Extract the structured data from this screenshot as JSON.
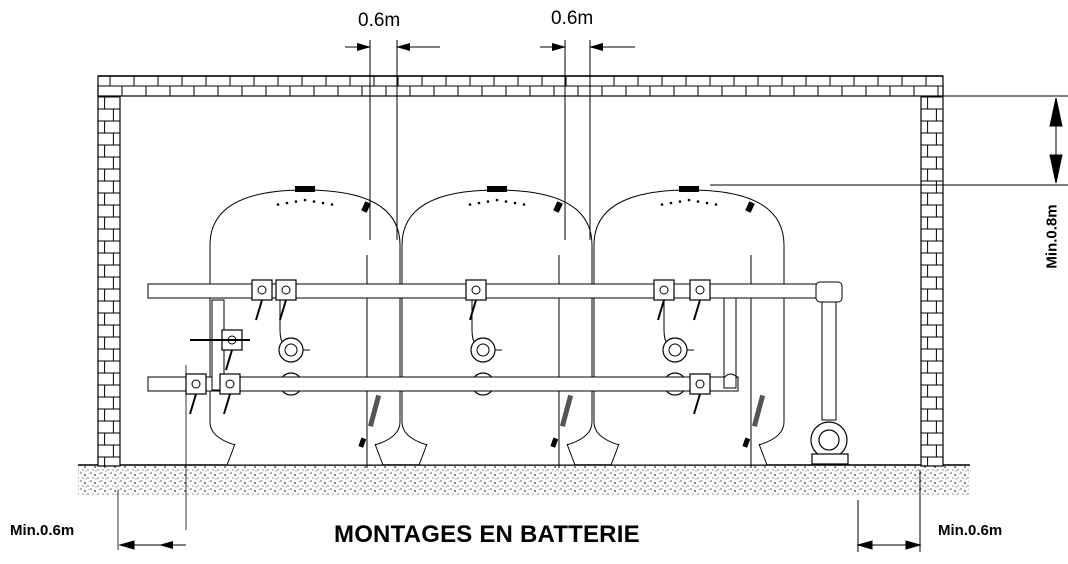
{
  "diagram": {
    "caption": "MONTAGES EN BATTERIE",
    "dimensions": {
      "top_left": "0.6m",
      "top_right": "0.6m",
      "right_height": "Min.0.8m",
      "bottom_left": "Min.0.6m",
      "bottom_right": "Min.0.6m"
    },
    "filter_count": 3,
    "line_color": "#000000",
    "ground_color": "#6b6b6b"
  }
}
